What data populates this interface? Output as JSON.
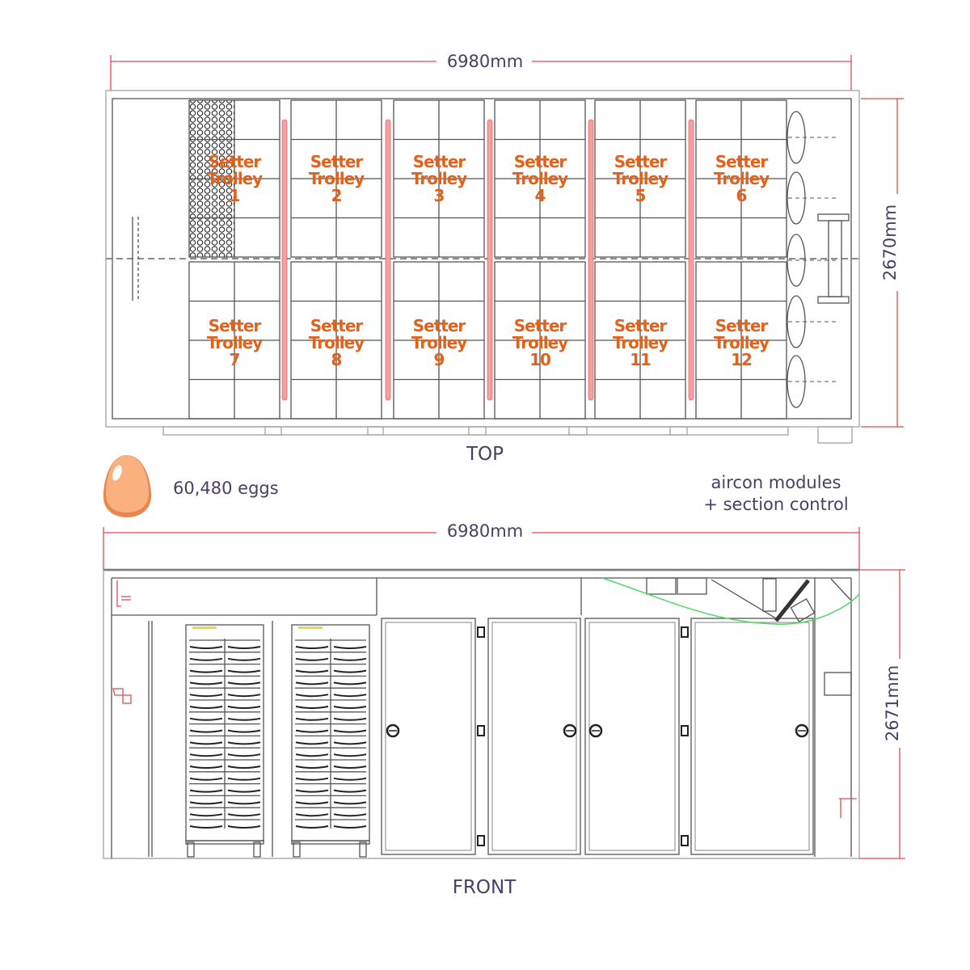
{
  "top_view": {
    "width_label": "6980mm",
    "depth_label": "2670mm",
    "caption": "TOP",
    "trolleys": [
      {
        "line1": "Setter",
        "line2": "Trolley",
        "number": "1"
      },
      {
        "line1": "Setter",
        "line2": "Trolley",
        "number": "2"
      },
      {
        "line1": "Setter",
        "line2": "Trolley",
        "number": "3"
      },
      {
        "line1": "Setter",
        "line2": "Trolley",
        "number": "4"
      },
      {
        "line1": "Setter",
        "line2": "Trolley",
        "number": "5"
      },
      {
        "line1": "Setter",
        "line2": "Trolley",
        "number": "6"
      },
      {
        "line1": "Setter",
        "line2": "Trolley",
        "number": "7"
      },
      {
        "line1": "Setter",
        "line2": "Trolley",
        "number": "8"
      },
      {
        "line1": "Setter",
        "line2": "Trolley",
        "number": "9"
      },
      {
        "line1": "Setter",
        "line2": "Trolley",
        "number": "10"
      },
      {
        "line1": "Setter",
        "line2": "Trolley",
        "number": "11"
      },
      {
        "line1": "Setter",
        "line2": "Trolley",
        "number": "12"
      }
    ]
  },
  "capacity": {
    "label": "60,480 eggs",
    "icon": "egg-icon"
  },
  "aircon": {
    "line1": "aircon modules",
    "line2": "+ section control"
  },
  "front_view": {
    "width_label": "6980mm",
    "height_label": "2671mm",
    "caption": "FRONT"
  },
  "colors": {
    "dimension": "#e8484e",
    "label": "#e0621c",
    "text": "#4a3f63",
    "egg": "#f9a77a",
    "airflow": "#4cd964"
  }
}
